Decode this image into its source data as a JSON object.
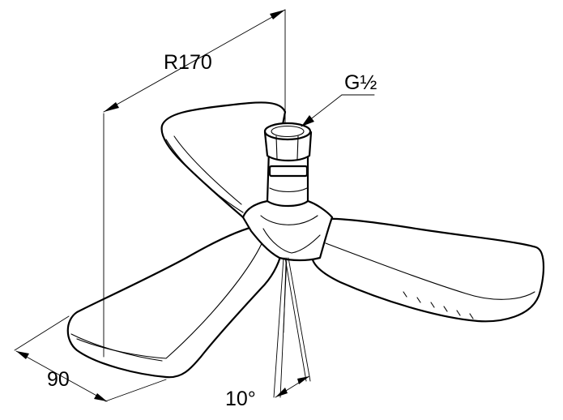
{
  "dimensions": {
    "radius_label": "R170",
    "thread_label": "G½",
    "width_label": "90",
    "angle_label": "10°"
  }
}
